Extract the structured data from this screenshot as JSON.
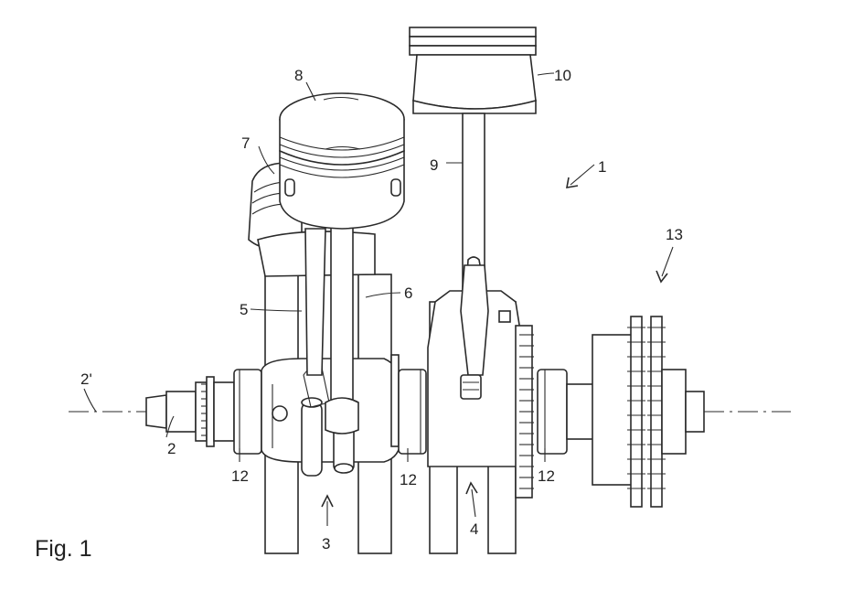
{
  "figure_caption": "Fig. 1",
  "labels": {
    "l1": "1",
    "l2": "2",
    "l2p": "2'",
    "l3": "3",
    "l4": "4",
    "l5": "5",
    "l6": "6",
    "l7": "7",
    "l8": "8",
    "l9": "9",
    "l10": "10",
    "l12a": "12",
    "l12b": "12",
    "l12c": "12",
    "l13": "13"
  }
}
